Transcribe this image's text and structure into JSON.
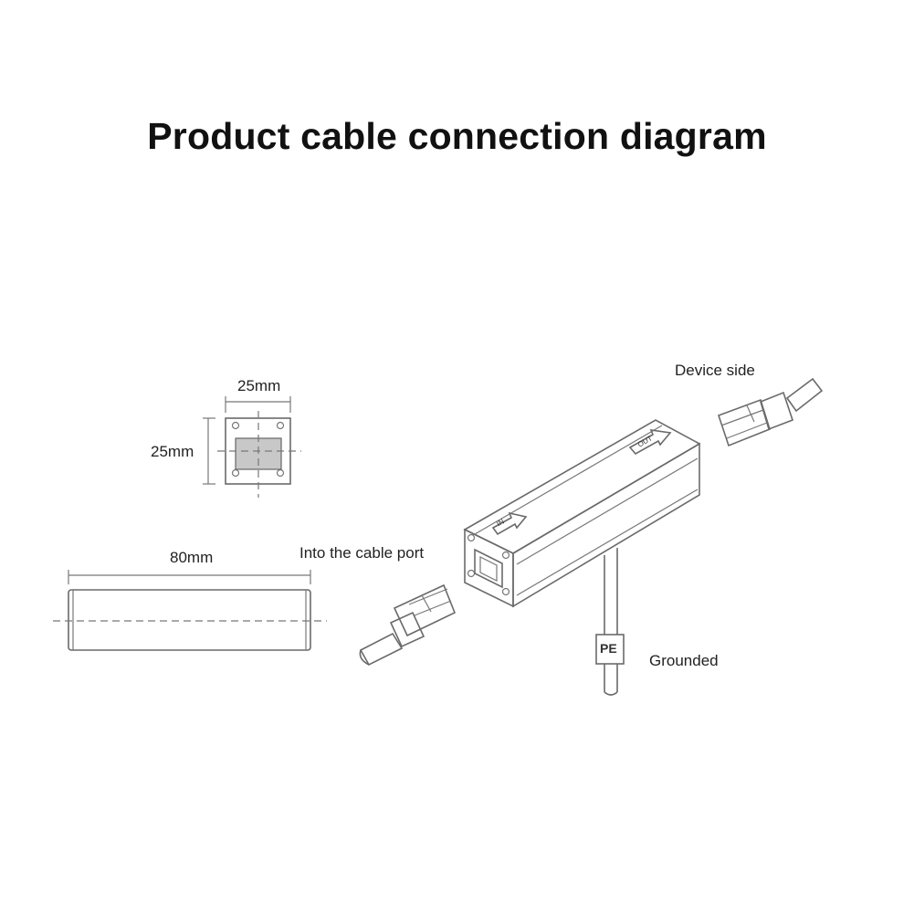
{
  "title": "Product cable connection diagram",
  "labels": {
    "width": "25mm",
    "height": "25mm",
    "length": "80mm",
    "device_side": "Device side",
    "cable_port": "Into the cable port",
    "grounded": "Grounded",
    "pe": "PE",
    "in_arrow": "IN",
    "out_arrow": "OUT"
  },
  "colors": {
    "line": "#6a6a6a",
    "fill": "#ffffff",
    "shade": "#c8c8c8"
  }
}
